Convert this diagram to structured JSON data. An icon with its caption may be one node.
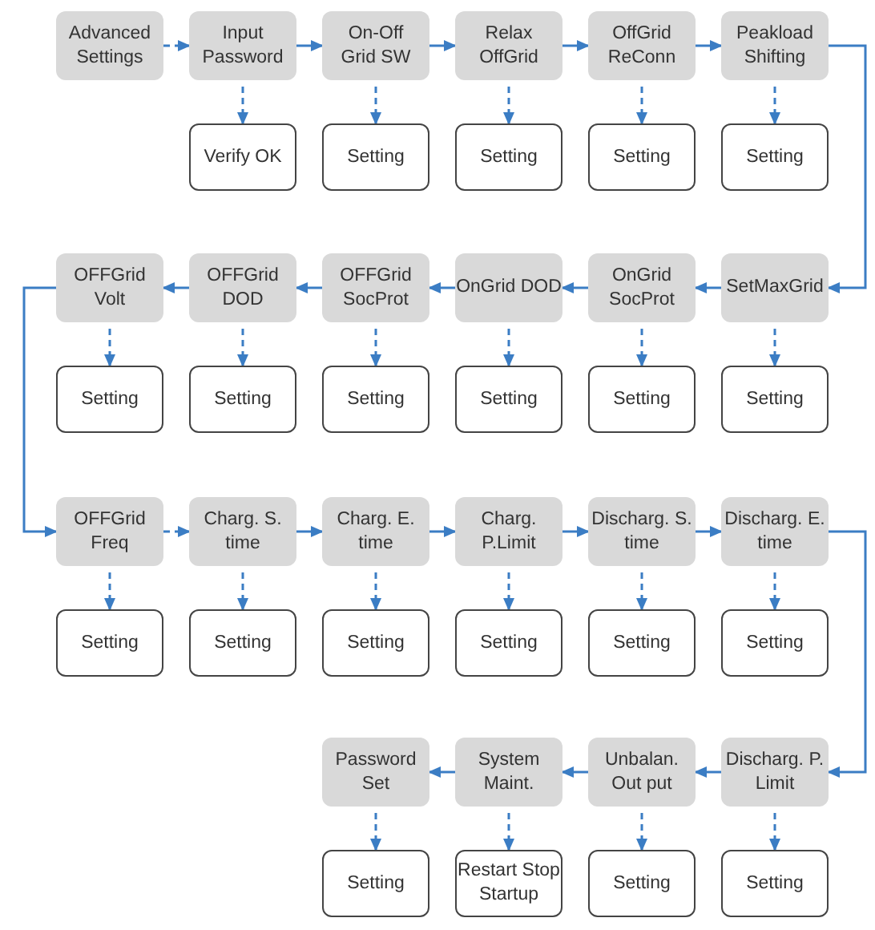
{
  "diagram": {
    "nodes": [
      {
        "text": [
          "Advanced Settings"
        ]
      },
      {
        "text": [
          "Input Password"
        ]
      },
      {
        "text": [
          "On-Off Grid SW"
        ]
      },
      {
        "text": [
          "Relax OffGrid"
        ]
      },
      {
        "text": [
          "OffGrid ReConn"
        ]
      },
      {
        "text": [
          "Peakload Shifting"
        ]
      },
      {
        "text": [
          "Verify OK"
        ]
      },
      {
        "text": [
          "Setting"
        ]
      },
      {
        "text": [
          "Setting"
        ]
      },
      {
        "text": [
          "Setting"
        ]
      },
      {
        "text": [
          "Setting"
        ]
      },
      {
        "text": [
          "OFFGrid Volt"
        ]
      },
      {
        "text": [
          "OFFGrid DOD"
        ]
      },
      {
        "text": [
          "OFFGrid SocProt"
        ]
      },
      {
        "text": [
          "OnGrid DOD"
        ]
      },
      {
        "text": [
          "OnGrid SocProt"
        ]
      },
      {
        "text": [
          "SetMaxGrid"
        ]
      },
      {
        "text": [
          "Setting"
        ]
      },
      {
        "text": [
          "Setting"
        ]
      },
      {
        "text": [
          "Setting"
        ]
      },
      {
        "text": [
          "Setting"
        ]
      },
      {
        "text": [
          "Setting"
        ]
      },
      {
        "text": [
          "Setting"
        ]
      },
      {
        "text": [
          "OFFGrid Freq"
        ]
      },
      {
        "text": [
          "Charg. S. time"
        ]
      },
      {
        "text": [
          "Charg. E. time"
        ]
      },
      {
        "text": [
          "Charg. P.Limit"
        ]
      },
      {
        "text": [
          "Discharg. S. time"
        ]
      },
      {
        "text": [
          "Discharg. E. time"
        ]
      },
      {
        "text": [
          "Setting"
        ]
      },
      {
        "text": [
          "Setting"
        ]
      },
      {
        "text": [
          "Setting"
        ]
      },
      {
        "text": [
          "Setting"
        ]
      },
      {
        "text": [
          "Setting"
        ]
      },
      {
        "text": [
          "Setting"
        ]
      },
      {
        "text": [
          "Password Set"
        ]
      },
      {
        "text": [
          "System Maint."
        ]
      },
      {
        "text": [
          "Unbalan. Out put"
        ]
      },
      {
        "text": [
          "Discharg. P. Limit"
        ]
      },
      {
        "text": [
          "Setting"
        ]
      },
      {
        "text": [
          "Restart Stop Startup"
        ]
      },
      {
        "text": [
          "Setting"
        ]
      },
      {
        "text": [
          "Setting"
        ]
      }
    ],
    "edges": [
      {
        "from": 0,
        "to": 1,
        "arrow": "to",
        "style": "dashed"
      },
      {
        "from": 1,
        "to": 2,
        "arrow": "to"
      },
      {
        "from": 2,
        "to": 3,
        "arrow": "to"
      },
      {
        "from": 3,
        "to": 4,
        "arrow": "to"
      },
      {
        "from": 4,
        "to": 5,
        "arrow": "to"
      },
      {
        "from": 1,
        "to": 6,
        "arrow": "to",
        "style": "dashed"
      },
      {
        "from": 2,
        "to": 7,
        "arrow": "to",
        "style": "dashed"
      },
      {
        "from": 3,
        "to": 8,
        "arrow": "to",
        "style": "dashed"
      },
      {
        "from": 4,
        "to": 9,
        "arrow": "to",
        "style": "dashed"
      },
      {
        "from": 5,
        "to": 10,
        "arrow": "to",
        "style": "dashed"
      },
      {
        "from": 5,
        "to": 16,
        "arrow": "to"
      },
      {
        "from": 16,
        "to": 15,
        "arrow": "to"
      },
      {
        "from": 15,
        "to": 14,
        "arrow": "to"
      },
      {
        "from": 14,
        "to": 13,
        "arrow": "to"
      },
      {
        "from": 13,
        "to": 12,
        "arrow": "to"
      },
      {
        "from": 12,
        "to": 11,
        "arrow": "to"
      },
      {
        "from": 11,
        "to": 17,
        "arrow": "to",
        "style": "dashed"
      },
      {
        "from": 12,
        "to": 18,
        "arrow": "to",
        "style": "dashed"
      },
      {
        "from": 13,
        "to": 19,
        "arrow": "to",
        "style": "dashed"
      },
      {
        "from": 14,
        "to": 20,
        "arrow": "to",
        "style": "dashed"
      },
      {
        "from": 15,
        "to": 21,
        "arrow": "to",
        "style": "dashed"
      },
      {
        "from": 16,
        "to": 22,
        "arrow": "to",
        "style": "dashed"
      },
      {
        "from": 11,
        "to": 23,
        "arrow": "to"
      },
      {
        "from": 23,
        "to": 24,
        "arrow": "to",
        "style": "dashed"
      },
      {
        "from": 24,
        "to": 25,
        "arrow": "to"
      },
      {
        "from": 25,
        "to": 26,
        "arrow": "to"
      },
      {
        "from": 26,
        "to": 27,
        "arrow": "to"
      },
      {
        "from": 27,
        "to": 28,
        "arrow": "to"
      },
      {
        "from": 23,
        "to": 29,
        "arrow": "to",
        "style": "dashed"
      },
      {
        "from": 24,
        "to": 30,
        "arrow": "to",
        "style": "dashed"
      },
      {
        "from": 25,
        "to": 31,
        "arrow": "to",
        "style": "dashed"
      },
      {
        "from": 26,
        "to": 32,
        "arrow": "to",
        "style": "dashed"
      },
      {
        "from": 27,
        "to": 33,
        "arrow": "to",
        "style": "dashed"
      },
      {
        "from": 28,
        "to": 34,
        "arrow": "to",
        "style": "dashed"
      },
      {
        "from": 28,
        "to": 38,
        "arrow": "to"
      },
      {
        "from": 38,
        "to": 37,
        "arrow": "to"
      },
      {
        "from": 37,
        "to": 36,
        "arrow": "to"
      },
      {
        "from": 36,
        "to": 35,
        "arrow": "to"
      },
      {
        "from": 35,
        "to": 39,
        "arrow": "to",
        "style": "dashed"
      },
      {
        "from": 36,
        "to": 40,
        "arrow": "to",
        "style": "dashed"
      },
      {
        "from": 37,
        "to": 41,
        "arrow": "to",
        "style": "dashed"
      },
      {
        "from": 38,
        "to": 42,
        "arrow": "to",
        "style": "dashed"
      }
    ]
  }
}
